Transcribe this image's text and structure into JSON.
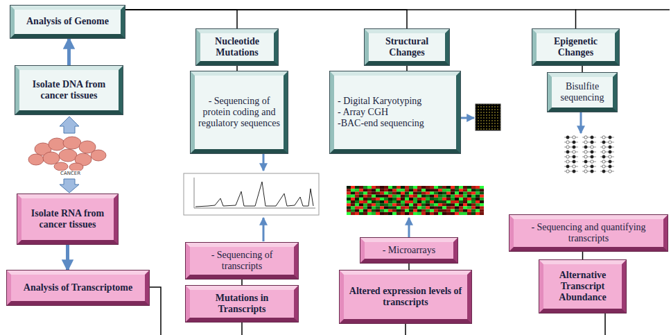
{
  "diagram": {
    "nodes": [
      {
        "text": [
          "Analysis of Genome"
        ]
      },
      {
        "text": [
          "Nucleotide Mutations"
        ]
      },
      {
        "text": [
          "Structural Changes"
        ]
      },
      {
        "text": [
          "Epigenetic Changes"
        ]
      },
      {
        "text": [
          "Isolate DNA from cancer tissues"
        ]
      },
      {
        "text": [
          "- Sequencing of protein coding and regulatory sequences"
        ]
      },
      {
        "text": [
          "- Digital Karyotyping",
          "- Array CGH",
          "-BAC-end sequencing"
        ]
      },
      {
        "text": [
          "Bisulfite sequencing"
        ]
      },
      {
        "text": [
          "Isolate RNA from cancer tissues"
        ]
      },
      {
        "text": [
          "- Sequencing and quantifying transcripts"
        ]
      },
      {
        "text": [
          "- Microarrays"
        ]
      },
      {
        "text": [
          "- Sequencing of transcripts"
        ]
      },
      {
        "text": [
          "Alternative Transcript Abundance"
        ]
      },
      {
        "text": [
          "Analysis of Transcriptome"
        ]
      },
      {
        "text": [
          "Altered expression levels of transcripts"
        ]
      },
      {
        "text": [
          "Mutations in Transcripts"
        ]
      }
    ],
    "edges": [
      {
        "from": 4,
        "to": 0,
        "arrow": "to"
      },
      {
        "from": 0,
        "to": 1,
        "arrow": "none"
      },
      {
        "from": 0,
        "to": 2,
        "arrow": "none"
      },
      {
        "from": 0,
        "to": 3,
        "arrow": "none"
      },
      {
        "from": 1,
        "to": 5,
        "arrow": "none"
      },
      {
        "from": 2,
        "to": 6,
        "arrow": "none"
      },
      {
        "from": 3,
        "to": 7,
        "arrow": "none"
      },
      {
        "from": 8,
        "to": 13,
        "arrow": "to"
      },
      {
        "from": 11,
        "to": 15,
        "arrow": "none"
      },
      {
        "from": 10,
        "to": 14,
        "arrow": "none"
      },
      {
        "from": 9,
        "to": 12,
        "arrow": "none"
      }
    ],
    "labels": [
      "CANCER"
    ]
  }
}
